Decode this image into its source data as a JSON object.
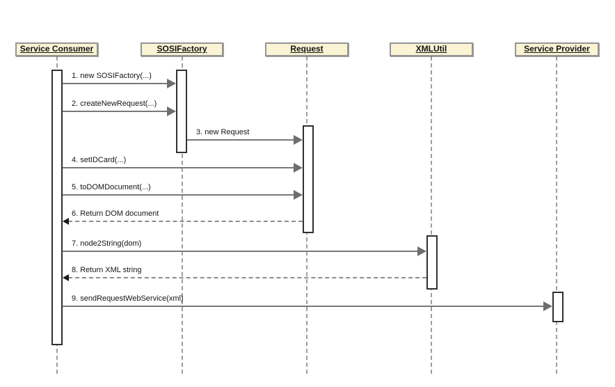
{
  "diagram": {
    "type": "uml-sequence-diagram",
    "colors": {
      "background": "#ffffff",
      "actor_fill": "#faf3d4",
      "actor_border": "#949494",
      "lifeline": "#9e9e9e",
      "activation_border": "#303030",
      "activation_fill": "#ffffff",
      "call_line": "#787878",
      "call_arrowhead": "#6e6e6e",
      "return_line": "#8c8c8c",
      "return_arrowhead": "#1a1a1a",
      "text": "#141414"
    },
    "actors": [
      {
        "id": "service-consumer",
        "label": "Service Consumer"
      },
      {
        "id": "sosifactory",
        "label": "SOSIFactory"
      },
      {
        "id": "request",
        "label": "Request"
      },
      {
        "id": "xmlutil",
        "label": "XMLUtil"
      },
      {
        "id": "service-provider",
        "label": "Service Provider"
      }
    ],
    "messages": [
      {
        "seq": 1,
        "label": "1. new SOSIFactory(...)",
        "from": "Service Consumer",
        "to": "SOSIFactory",
        "kind": "call"
      },
      {
        "seq": 2,
        "label": "2. createNewRequest(...)",
        "from": "Service Consumer",
        "to": "SOSIFactory",
        "kind": "call"
      },
      {
        "seq": 3,
        "label": "3. new Request",
        "from": "SOSIFactory",
        "to": "Request",
        "kind": "call"
      },
      {
        "seq": 4,
        "label": "4. setIDCard(...)",
        "from": "Service Consumer",
        "to": "Request",
        "kind": "call"
      },
      {
        "seq": 5,
        "label": "5. toDOMDocument(...)",
        "from": "Service Consumer",
        "to": "Request",
        "kind": "call"
      },
      {
        "seq": 6,
        "label": "6. Return DOM document",
        "from": "Request",
        "to": "Service Consumer",
        "kind": "return"
      },
      {
        "seq": 7,
        "label": "7. node2String(dom)",
        "from": "Service Consumer",
        "to": "XMLUtil",
        "kind": "call"
      },
      {
        "seq": 8,
        "label": "8. Return XML string",
        "from": "XMLUtil",
        "to": "Service Consumer",
        "kind": "return"
      },
      {
        "seq": 9,
        "label": "9. sendRequestWebService(xml)",
        "from": "Service Consumer",
        "to": "Service Provider",
        "kind": "call"
      }
    ]
  }
}
